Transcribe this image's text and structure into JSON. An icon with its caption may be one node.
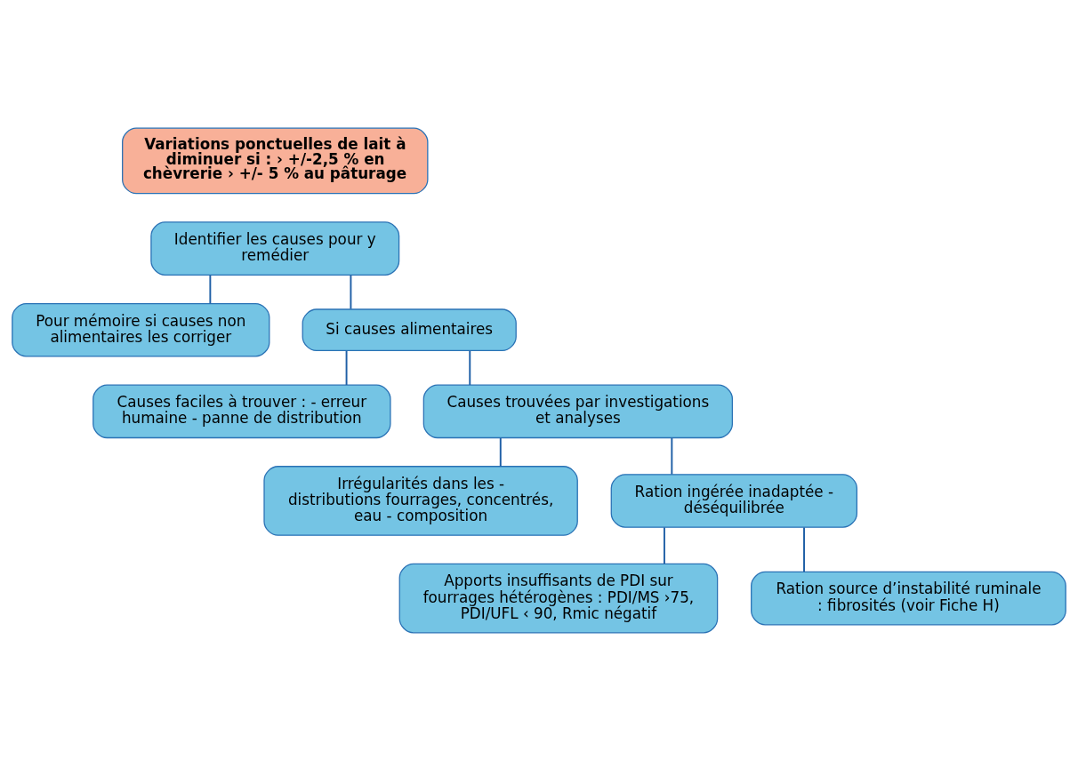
{
  "diagram": {
    "nodes": [
      {
        "text": [
          "Variations ponctuelles de lait à diminuer si : › +/-2,5 % en chèvrerie › +/- 5 % au pâturage"
        ]
      },
      {
        "text": [
          "Identifier les causes pour y remédier"
        ]
      },
      {
        "text": [
          "Pour mémoire si causes non alimentaires les corriger"
        ]
      },
      {
        "text": [
          "Si causes alimentaires"
        ]
      },
      {
        "text": [
          "Causes faciles à trouver : - erreur humaine - panne de distribution"
        ]
      },
      {
        "text": [
          "Causes trouvées par investigations et analyses"
        ]
      },
      {
        "text": [
          "Irrégularités dans les - distributions fourrages, concentrés, eau - composition"
        ]
      },
      {
        "text": [
          "Ration ingérée inadaptée - déséquilibrée"
        ]
      },
      {
        "text": [
          "Apports insuffisants de PDI sur fourrages hétérogènes : PDI/MS ›75, PDI/UFL ‹ 90, Rmic négatif"
        ]
      },
      {
        "text": [
          "Ration source d’instabilité ruminale : fibrosités (voir Fiche H)"
        ]
      }
    ],
    "edges": [
      {
        "from": 1,
        "to": 2,
        "arrow": "none"
      },
      {
        "from": 1,
        "to": 3,
        "arrow": "none"
      },
      {
        "from": 3,
        "to": 4,
        "arrow": "none"
      },
      {
        "from": 3,
        "to": 5,
        "arrow": "none"
      },
      {
        "from": 5,
        "to": 6,
        "arrow": "none"
      },
      {
        "from": 5,
        "to": 7,
        "arrow": "none"
      },
      {
        "from": 7,
        "to": 8,
        "arrow": "none"
      },
      {
        "from": 7,
        "to": 9,
        "arrow": "none"
      }
    ]
  }
}
